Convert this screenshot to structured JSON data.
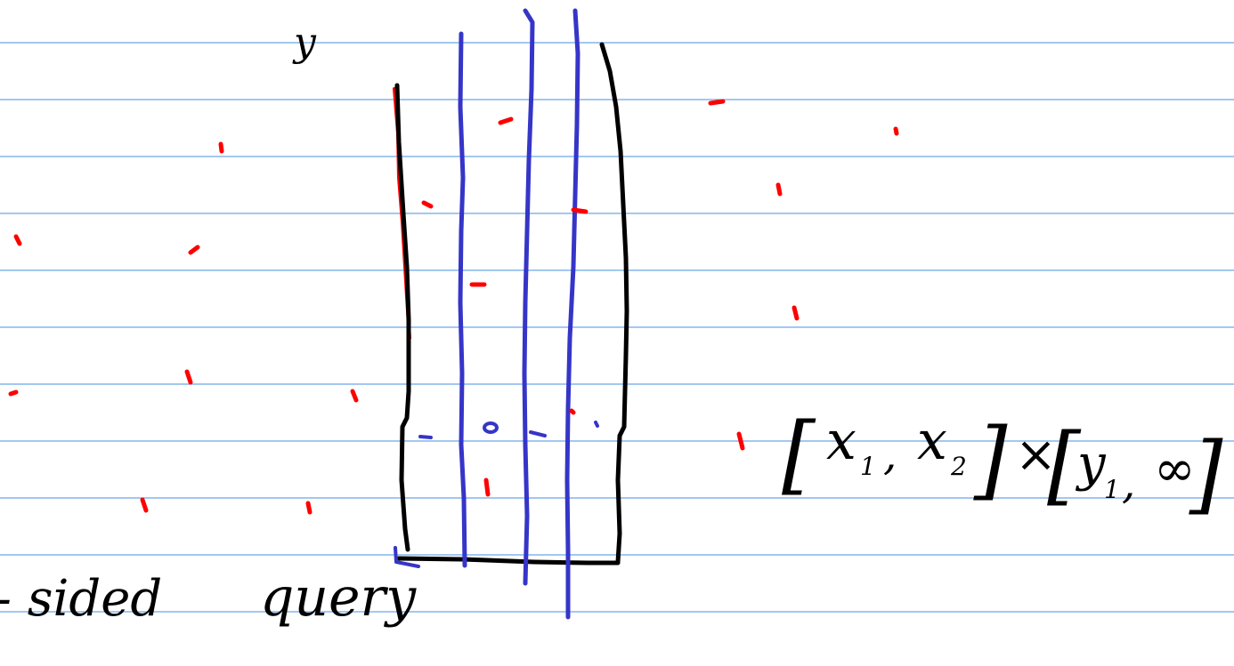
{
  "colors": {
    "background": "#ffffff",
    "ruled_line": "#6aa8e8",
    "black_ink": "#000000",
    "red_ink": "#ff0000",
    "blue_ink": "#3535c8"
  },
  "labels": {
    "axis_label": "y",
    "caption_fragment": "- sided",
    "caption_word": "query"
  },
  "formula": {
    "open_1": "[",
    "x1_var": "x",
    "x1_sub": "1",
    "comma_1": ",",
    "x2_var": "x",
    "x2_sub": "2",
    "close_1": "]",
    "times": "×",
    "open_2": "[",
    "y1_var": "y",
    "y1_sub": "1",
    "comma_2": ",",
    "infinity": "∞",
    "close_2": "]"
  }
}
